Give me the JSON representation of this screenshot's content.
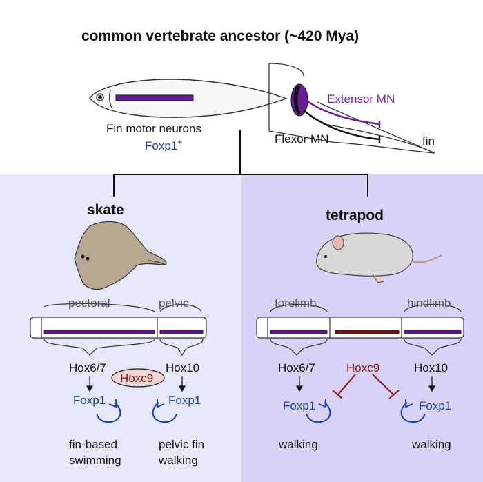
{
  "title": "common vertebrate ancestor (~420 Mya)",
  "ancestor": {
    "fin_mn_label": "Fin motor neurons",
    "foxp1_plus_base": "Foxp1",
    "foxp1_plus_sup": "+",
    "extensor": "Extensor MN",
    "flexor": "Flexor MN",
    "fin": "fin"
  },
  "skate": {
    "name": "skate",
    "pectoral": "pectoral",
    "pelvic": "pelvic",
    "hox_left": "Hox6/7",
    "hox_right": "Hox10",
    "hoxc9": "Hoxc9",
    "foxp1_left": "Foxp1",
    "foxp1_right": "Foxp1",
    "outcome_left_1": "fin-based",
    "outcome_left_2": "swimming",
    "outcome_right_1": "pelvic fin",
    "outcome_right_2": "walking"
  },
  "tetrapod": {
    "name": "tetrapod",
    "forelimb": "forelimb",
    "hindlimb": "hindlimb",
    "hox_left": "Hox6/7",
    "hoxc9": "Hoxc9",
    "hox_right": "Hox10",
    "foxp1_left": "Foxp1",
    "foxp1_right": "Foxp1",
    "outcome_left": "walking",
    "outcome_right": "walking"
  },
  "colors": {
    "skate_panel": "#e6e8fb",
    "tetrapod_panel": "#d8d3f6",
    "mn_purple": "#6a1a9a",
    "hoxc9_red": "#8b1111",
    "foxp1_blue": "#1a3fb0"
  }
}
